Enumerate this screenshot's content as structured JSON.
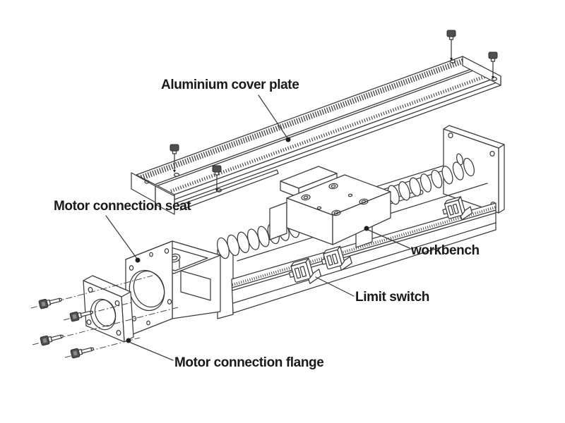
{
  "diagram": {
    "kind": "exploded-technical-illustration",
    "subject": "ball screw linear motion module",
    "background_color": "#ffffff",
    "line_color": "#3a3a3a",
    "label_text_color": "#1a1a1a",
    "labels": {
      "cover_plate": "Aluminium cover plate",
      "motor_connection_seat": "Motor connection seat",
      "workbench": "workbench",
      "limit_switch": "Limit switch",
      "motor_connection_flange": "Motor connection flange"
    },
    "parts": [
      "aluminium-cover-plate",
      "cover-screws",
      "motor-connection-seat",
      "motor-connection-flange",
      "flange-screws",
      "ball-screw",
      "workbench-carriage",
      "limit-switches",
      "base-rail",
      "end-support-plate"
    ]
  }
}
